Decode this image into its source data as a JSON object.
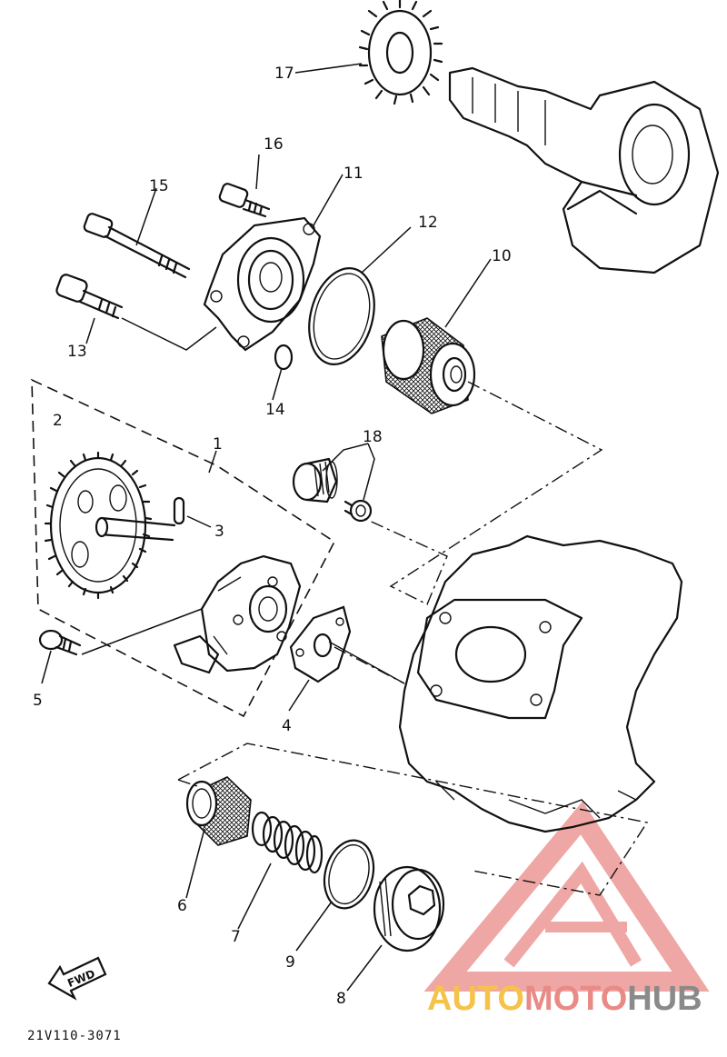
{
  "diagram": {
    "callouts": {
      "c1": "1",
      "c2": "2",
      "c3": "3",
      "c4": "4",
      "c5": "5",
      "c6": "6",
      "c7": "7",
      "c8": "8",
      "c9": "9",
      "c10": "10",
      "c11": "11",
      "c12": "12",
      "c13": "13",
      "c14": "14",
      "c15": "15",
      "c16": "16",
      "c17": "17",
      "c18": "18"
    },
    "direction_marker": "FWD",
    "reference_code": "21V110-3071"
  },
  "watermark": {
    "part1": "AUTO",
    "part2": "MOTO",
    "part3": "HUB",
    "colors": {
      "yellow": "#f5c24a",
      "pink": "#e98a86",
      "gray": "#8a8a8a"
    }
  }
}
